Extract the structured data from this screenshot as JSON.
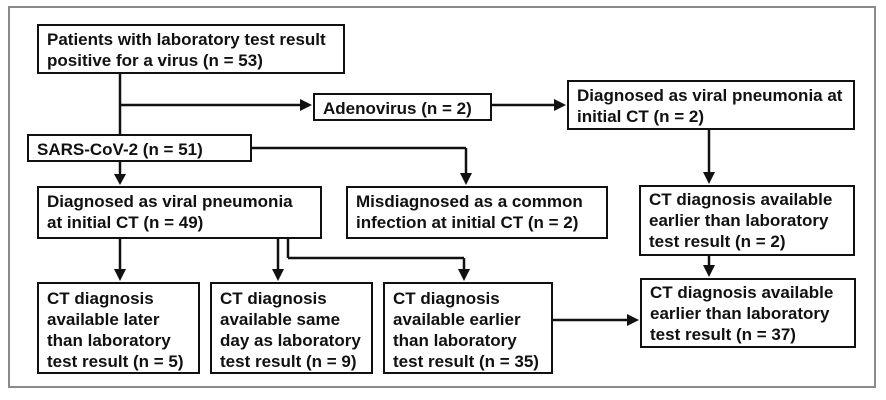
{
  "boxes": {
    "root": "Patients with laboratory test result positive for a virus (n = 53)",
    "adenovirus": "Adenovirus (n = 2)",
    "adeno_viral": "Diagnosed as viral pneumonia at initial CT (n = 2)",
    "sars": "SARS-CoV-2 (n = 51)",
    "sars_viral": "Diagnosed as viral pneumonia at initial CT (n = 49)",
    "misdiagnosed": "Misdiagnosed as a common infection at initial CT (n = 2)",
    "adeno_earlier": "CT diagnosis available earlier than laboratory test result (n = 2)",
    "later": "CT diagnosis available later than laboratory test result (n = 5)",
    "same_day": "CT diagnosis available same day as laboratory test result (n = 9)",
    "earlier_35": "CT diagnosis available earlier than laboratory test result (n = 35)",
    "earlier_37": "CT diagnosis available earlier than laboratory test result (n = 37)"
  }
}
